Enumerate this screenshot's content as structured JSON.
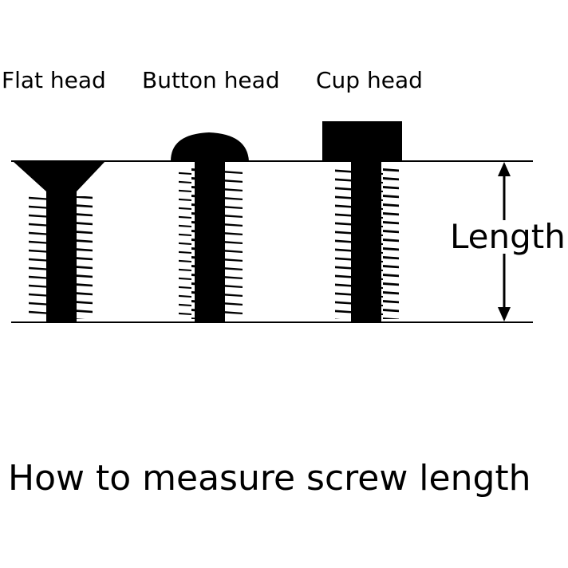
{
  "labels": {
    "flat_head": "Flat head",
    "button_head": "Button head",
    "cup_head": "Cup head"
  },
  "measurement_label": "Length",
  "caption": "How to measure screw length",
  "colors": {
    "ink": "#000000",
    "background": "#ffffff"
  }
}
